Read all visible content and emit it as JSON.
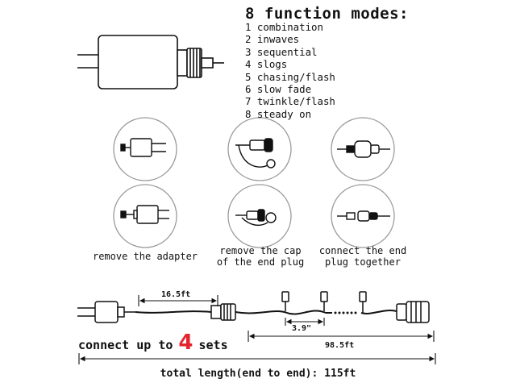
{
  "modes": {
    "title": "8 function modes:",
    "items": [
      "1 combination",
      "2 inwaves",
      "3 sequential",
      "4 slogs",
      "5 chasing/flash",
      "6 slow fade",
      "7 twinkle/flash",
      "8 steady on"
    ]
  },
  "steps": [
    {
      "caption": "remove the adapter"
    },
    {
      "caption": "remove the cap\nof the end plug"
    },
    {
      "caption": "connect the end\nplug together"
    }
  ],
  "dimensions": {
    "lead": "16.5ft",
    "spacing": "3.9\"",
    "lit_length": "98.5ft",
    "total_label": "total length(end to end): 115ft"
  },
  "connect": {
    "prefix": "connect up to",
    "count": "4",
    "suffix": "sets"
  },
  "colors": {
    "line": "#111111",
    "accent": "#e3262e",
    "circle": "#9a9a9a"
  }
}
